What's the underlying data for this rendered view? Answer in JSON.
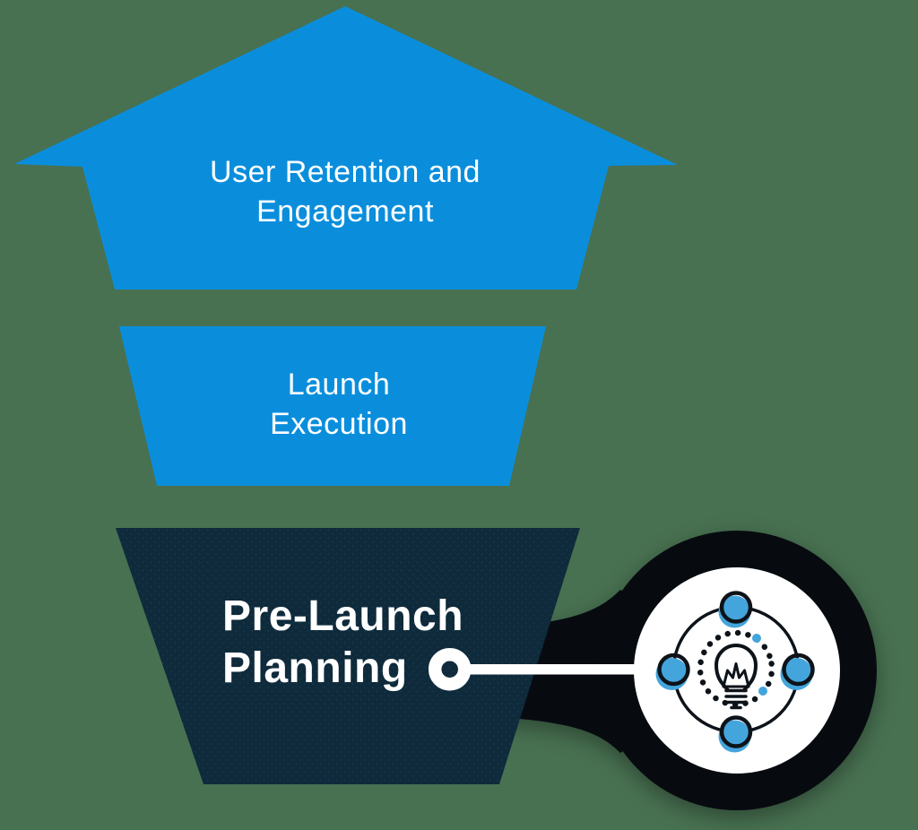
{
  "page": {
    "type": "product-launch-funnel-diagram",
    "background_color": "#487151"
  },
  "colors": {
    "funnel_blue": "#0a8edc",
    "dark_navy": "#0e2a3b",
    "navy_texture_dot": "#1d4257",
    "badge_black": "#070b10",
    "node_blue": "#44a5dc",
    "icon_outline": "#0d1319",
    "label_white": "#ffffff",
    "background_green": "#487151"
  },
  "funnel": {
    "stages": [
      {
        "id": "user-retention-and-engagement",
        "lines": [
          "User Retention and",
          "Engagement"
        ],
        "shape": "up-arrow",
        "fill": "#0a8edc"
      },
      {
        "id": "launch-execution",
        "lines": [
          "Launch",
          "Execution"
        ],
        "shape": "trapezoid",
        "fill": "#0a8edc"
      },
      {
        "id": "pre-launch-planning",
        "lines": [
          "Pre-Launch",
          "Planning"
        ],
        "shape": "trapezoid",
        "fill": "#0e2a3b"
      }
    ]
  },
  "callout": {
    "target_stage": "pre-launch-planning",
    "icon": "lightbulb-network-icon",
    "badge_background": "#ffffff",
    "badge_ring": "#070b10",
    "orbit_node_color": "#44a5dc"
  }
}
